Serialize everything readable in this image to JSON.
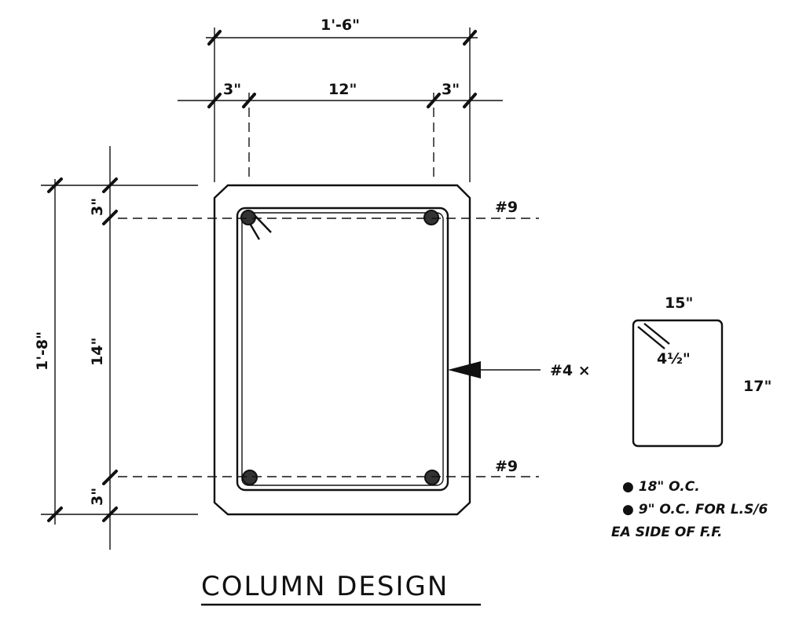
{
  "drawing": {
    "title": "COLUMN DESIGN",
    "width_dims": {
      "overall": "1'-6\"",
      "left_cover": "3\"",
      "core": "12\"",
      "right_cover": "3\""
    },
    "height_dims": {
      "overall": "1'-8\"",
      "top_cover": "3\"",
      "core": "14\"",
      "bottom_cover": "3\""
    },
    "rebar": {
      "top_label": "#9",
      "bottom_label": "#9",
      "tie_label": "#4 ×"
    },
    "tie_detail": {
      "width": "15\"",
      "height": "17\"",
      "hook": "4½\""
    },
    "notes": {
      "line1": "● 18\" O.C.",
      "line2": "● 9\" O.C. FOR L.S/6",
      "line3": "EA SIDE OF F.F."
    },
    "colors": {
      "ink": "#111111",
      "paper": "#ffffff"
    }
  }
}
